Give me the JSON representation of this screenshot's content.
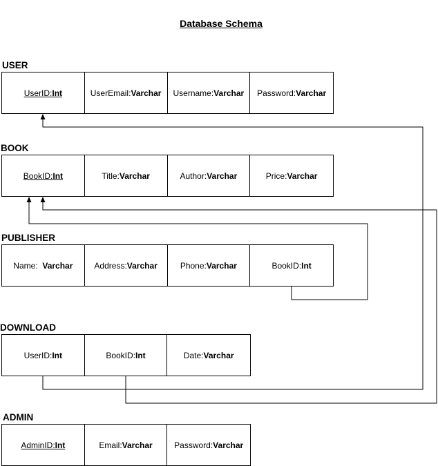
{
  "title": "Database Schema",
  "entities": {
    "user": {
      "name": "USER",
      "fields": [
        {
          "name": "UserID: ",
          "type": "Int",
          "pk": true
        },
        {
          "name": "UserEmail: ",
          "type": "Varchar"
        },
        {
          "name": "Username: ",
          "type": "Varchar"
        },
        {
          "name": "Password: ",
          "type": "Varchar"
        }
      ]
    },
    "book": {
      "name": "BOOK",
      "fields": [
        {
          "name": "BookID: ",
          "type": "Int",
          "pk": true
        },
        {
          "name": "Title: ",
          "type": "Varchar"
        },
        {
          "name": "Author: ",
          "type": "Varchar"
        },
        {
          "name": "Price: ",
          "type": "Varchar"
        }
      ]
    },
    "publisher": {
      "name": "PUBLISHER",
      "fields": [
        {
          "name": "Name:  ",
          "type": "Varchar"
        },
        {
          "name": "Address: ",
          "type": "Varchar"
        },
        {
          "name": "Phone: ",
          "type": "Varchar"
        },
        {
          "name": "BookID: ",
          "type": "Int"
        }
      ]
    },
    "download": {
      "name": "DOWNLOAD",
      "fields": [
        {
          "name": "UserID: ",
          "type": "Int"
        },
        {
          "name": "BookID: ",
          "type": "Int"
        },
        {
          "name": "Date: ",
          "type": "Varchar"
        }
      ]
    },
    "admin": {
      "name": "ADMIN",
      "fields": [
        {
          "name": "AdminID: ",
          "type": "Int",
          "pk": true
        },
        {
          "name": "Email: ",
          "type": "Varchar"
        },
        {
          "name": "Password: ",
          "type": "Varchar"
        }
      ]
    }
  },
  "relations": [
    {
      "from": "publisher.BookID",
      "to": "book.BookID"
    },
    {
      "from": "download.UserID",
      "to": "user.UserID"
    },
    {
      "from": "download.BookID",
      "to": "book.BookID"
    }
  ],
  "colors": {
    "line": "#000000",
    "background": "#ffffff"
  }
}
